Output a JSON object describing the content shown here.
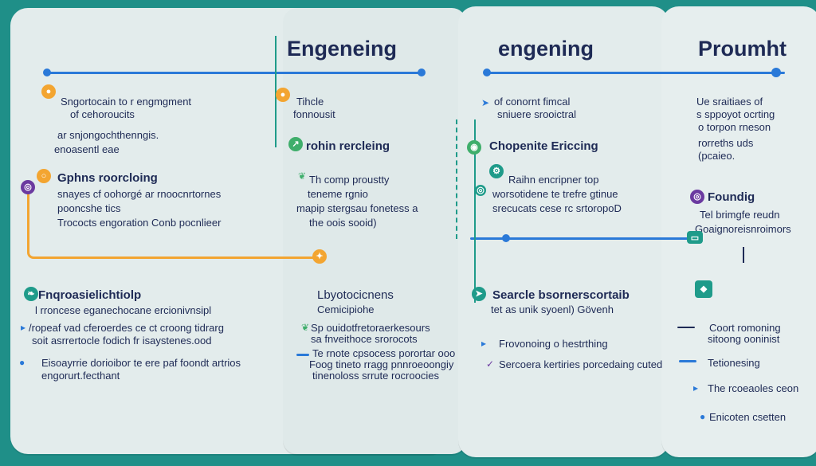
{
  "columns": [
    {
      "heading": "Engeneing",
      "intro": [
        "Sngortocain to r engmgment",
        "of cehoroucits",
        "ar snjongochthenngis.",
        "enoasentl eae"
      ],
      "section2_title": "Gphns roorcloing",
      "section2_lines": [
        "snayes cf oohorgé ar rnoocnrtornes",
        "pooncshe tics",
        "Trococts engoration Conb pocnlieer"
      ],
      "section3_title": "Fnqroasielichtiolp",
      "section3_lines": [
        "l rroncese eganechocane ercionivnsipl",
        "/ropeaf vad cferoerdes ce ct croong tidrarg",
        "soit asrrertocle fodich fr isaystenes.ood",
        "Eisoayrrie dorioibor te ere paf foondt artrios",
        "engorurt.fecthant"
      ]
    },
    {
      "intro": [
        "Tihcle",
        "fonnousit"
      ],
      "section2_title": "rohin rercleing",
      "section2_lines": [
        "Th comp proustty",
        "teneme rgnio",
        "mapip stergsau fonetess a",
        "the oois sooid)"
      ],
      "section3_lines": [
        "Lbyotocicnens",
        "Cemicipiohe",
        "Sp ouidotfretoraerkesours",
        "sa fnveithoce srorocots",
        "Te rnote cpsocess porortar ooo",
        "Foog tineto rragg pnnroeoongiy",
        "tinenoloss srrute rocroocies"
      ]
    },
    {
      "heading": "engening",
      "intro": [
        "of conornt fimcal",
        "sniuere srooictral"
      ],
      "section2_title": "Chopenite Ericcing",
      "section2_lines": [
        "Raihn encripner top",
        "worsotidene te trefre gtinue",
        "srecucats cese rc srtoropoD"
      ],
      "section3_title": "Searcle",
      "section3_lines": [
        "Searcle bsornerscortaib",
        "tet as unik syoenl) Gövenh",
        "Frovonoing o hestrthing",
        "Sercoera kertiries porcedaing cuted"
      ]
    },
    {
      "heading": "Proumht",
      "intro": [
        "Ue sraitiaes of",
        "s sppoyot ocrting",
        "o torpon rneson",
        "rorreths uds",
        "(pcaieo."
      ],
      "section2_title": "Foundig",
      "section2_lines": [
        "Tel brimgfe reudn",
        "Goaignoreisnroimors"
      ],
      "section3_lines": [
        "Coort romoning",
        "sitoong ooninist",
        "Tetionesing",
        "The rcoeaoles ceon",
        "Enicoten csetten"
      ]
    }
  ],
  "colors": {
    "background": "#1f8f88",
    "card": "#e3ecec",
    "accent_blue": "#2a79d8",
    "accent_orange": "#f3a531",
    "accent_purple": "#6b3aa0",
    "accent_green": "#3fae6b",
    "text": "#1e2a55"
  },
  "icons": [
    "lightbulb-icon",
    "gear-icon",
    "chart-icon",
    "leaf-icon",
    "arrow-icon",
    "target-icon"
  ]
}
